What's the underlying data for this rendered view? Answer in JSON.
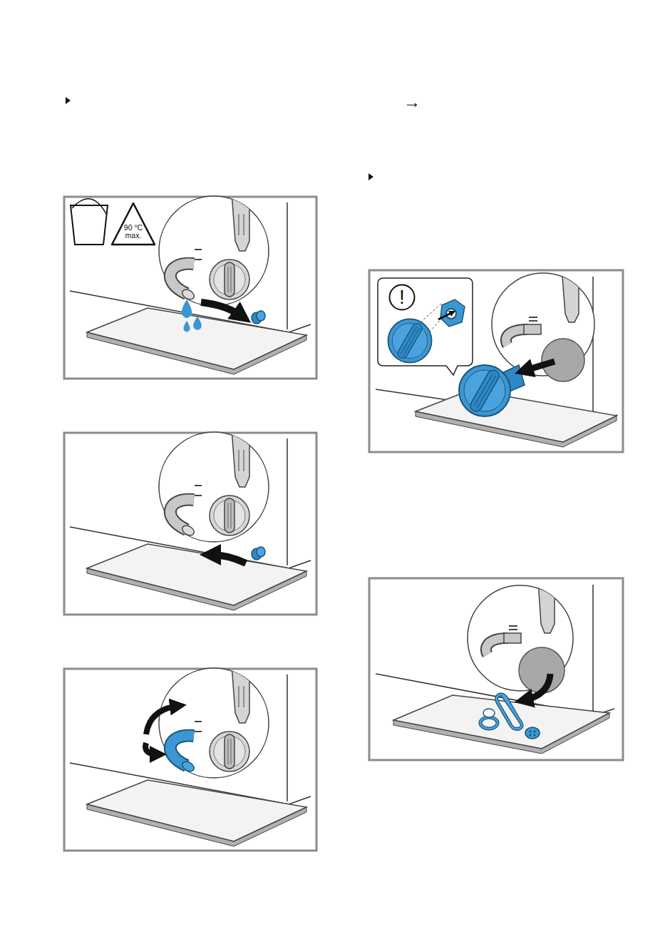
{
  "diagram": {
    "nodes": [
      {
        "text": [
          "90 °C max."
        ]
      },
      {
        "text": [
          "!"
        ]
      }
    ],
    "labels": [
      "→"
    ]
  }
}
